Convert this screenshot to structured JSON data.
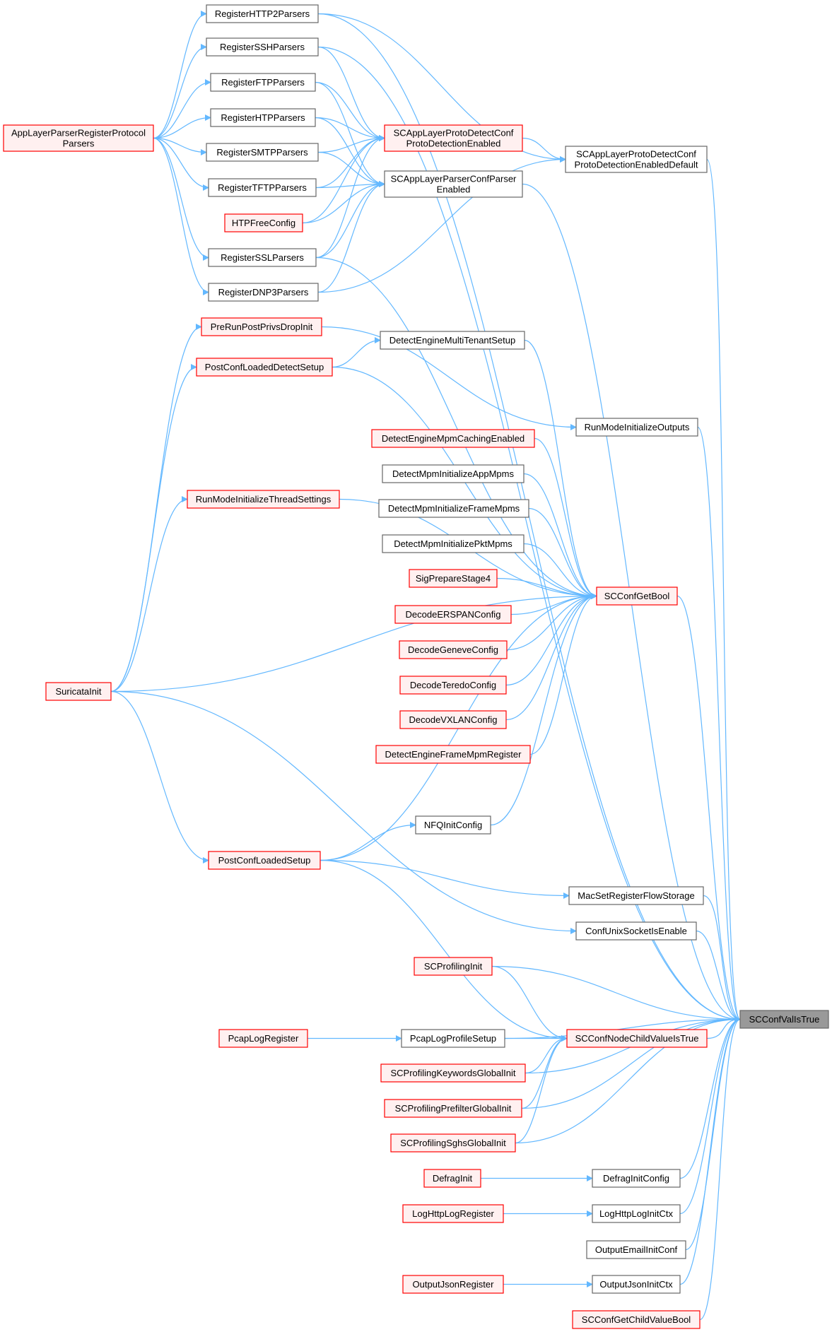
{
  "graph": {
    "edge_color": "#63b8ff",
    "styles": {
      "gray": {
        "fill": "#ffffff",
        "stroke": "#666666"
      },
      "red": {
        "fill": "#fff0f0",
        "stroke": "#ff0000"
      },
      "focus": {
        "fill": "#999999",
        "stroke": "#666666"
      }
    },
    "nodes": [
      {
        "id": "n_http2",
        "label": "RegisterHTTP2Parsers",
        "style": "gray"
      },
      {
        "id": "n_ssh",
        "label": "RegisterSSHParsers",
        "style": "gray"
      },
      {
        "id": "n_ftp",
        "label": "RegisterFTPParsers",
        "style": "gray"
      },
      {
        "id": "n_htp",
        "label": "RegisterHTPParsers",
        "style": "gray"
      },
      {
        "id": "n_smtp",
        "label": "RegisterSMTPParsers",
        "style": "gray"
      },
      {
        "id": "n_tftp",
        "label": "RegisterTFTPParsers",
        "style": "gray"
      },
      {
        "id": "n_htpfree",
        "label": "HTPFreeConfig",
        "style": "red"
      },
      {
        "id": "n_ssl",
        "label": "RegisterSSLParsers",
        "style": "gray"
      },
      {
        "id": "n_dnp3",
        "label": "RegisterDNP3Parsers",
        "style": "gray"
      },
      {
        "id": "n_alpreg",
        "label": "AppLayerParserRegisterProtocol\nParsers",
        "style": "red"
      },
      {
        "id": "n_protodet",
        "label": "SCAppLayerProtoDetectConf\nProtoDetectionEnabled",
        "style": "red"
      },
      {
        "id": "n_parsercfg",
        "label": "SCAppLayerParserConfParser\nEnabled",
        "style": "gray"
      },
      {
        "id": "n_protodef",
        "label": "SCAppLayerProtoDetectConf\nProtoDetectionEnabledDefault",
        "style": "gray"
      },
      {
        "id": "n_prerun",
        "label": "PreRunPostPrivsDropInit",
        "style": "red"
      },
      {
        "id": "n_demt",
        "label": "DetectEngineMultiTenantSetup",
        "style": "gray"
      },
      {
        "id": "n_pcds",
        "label": "PostConfLoadedDetectSetup",
        "style": "red"
      },
      {
        "id": "n_rmio",
        "label": "RunModeInitializeOutputs",
        "style": "gray"
      },
      {
        "id": "n_demce",
        "label": "DetectEngineMpmCachingEnabled",
        "style": "red"
      },
      {
        "id": "n_dmiam",
        "label": "DetectMpmInitializeAppMpms",
        "style": "gray"
      },
      {
        "id": "n_dmifm",
        "label": "DetectMpmInitializeFrameMpms",
        "style": "gray"
      },
      {
        "id": "n_dmipm",
        "label": "DetectMpmInitializePktMpms",
        "style": "gray"
      },
      {
        "id": "n_rmits",
        "label": "RunModeInitializeThreadSettings",
        "style": "red"
      },
      {
        "id": "n_sps4",
        "label": "SigPrepareStage4",
        "style": "red"
      },
      {
        "id": "n_scgb",
        "label": "SCConfGetBool",
        "style": "red"
      },
      {
        "id": "n_erspan",
        "label": "DecodeERSPANConfig",
        "style": "red"
      },
      {
        "id": "n_geneve",
        "label": "DecodeGeneveConfig",
        "style": "red"
      },
      {
        "id": "n_teredo",
        "label": "DecodeTeredoConfig",
        "style": "red"
      },
      {
        "id": "n_suri",
        "label": "SuricataInit",
        "style": "red"
      },
      {
        "id": "n_vxlan",
        "label": "DecodeVXLANConfig",
        "style": "red"
      },
      {
        "id": "n_defmr",
        "label": "DetectEngineFrameMpmRegister",
        "style": "red"
      },
      {
        "id": "n_nfq",
        "label": "NFQInitConfig",
        "style": "gray"
      },
      {
        "id": "n_pcls",
        "label": "PostConfLoadedSetup",
        "style": "red"
      },
      {
        "id": "n_macs",
        "label": "MacSetRegisterFlowStorage",
        "style": "gray"
      },
      {
        "id": "n_cuse",
        "label": "ConfUnixSocketIsEnable",
        "style": "gray"
      },
      {
        "id": "n_prof",
        "label": "SCProfilingInit",
        "style": "red"
      },
      {
        "id": "n_istrue",
        "label": "SCConfValIsTrue",
        "style": "focus"
      },
      {
        "id": "n_pcaplr",
        "label": "PcapLogRegister",
        "style": "red"
      },
      {
        "id": "n_pcaplps",
        "label": "PcapLogProfileSetup",
        "style": "gray"
      },
      {
        "id": "n_cncv",
        "label": "SCConfNodeChildValueIsTrue",
        "style": "red"
      },
      {
        "id": "n_pkgi",
        "label": "SCProfilingKeywordsGlobalInit",
        "style": "red"
      },
      {
        "id": "n_ppgi",
        "label": "SCProfilingPrefilterGlobalInit",
        "style": "red"
      },
      {
        "id": "n_psgi",
        "label": "SCProfilingSghsGlobalInit",
        "style": "red"
      },
      {
        "id": "n_defrag",
        "label": "DefragInit",
        "style": "red"
      },
      {
        "id": "n_defragc",
        "label": "DefragInitConfig",
        "style": "gray"
      },
      {
        "id": "n_lhlr",
        "label": "LogHttpLogRegister",
        "style": "red"
      },
      {
        "id": "n_lhlic",
        "label": "LogHttpLogInitCtx",
        "style": "gray"
      },
      {
        "id": "n_oeic",
        "label": "OutputEmailInitConf",
        "style": "gray"
      },
      {
        "id": "n_ojr",
        "label": "OutputJsonRegister",
        "style": "red"
      },
      {
        "id": "n_ojic",
        "label": "OutputJsonInitCtx",
        "style": "gray"
      },
      {
        "id": "n_gcvb",
        "label": "SCConfGetChildValueBool",
        "style": "red"
      }
    ],
    "edges": [
      {
        "from": "n_alpreg",
        "to": "n_http2"
      },
      {
        "from": "n_alpreg",
        "to": "n_ssh"
      },
      {
        "from": "n_alpreg",
        "to": "n_ftp"
      },
      {
        "from": "n_alpreg",
        "to": "n_htp"
      },
      {
        "from": "n_alpreg",
        "to": "n_smtp"
      },
      {
        "from": "n_alpreg",
        "to": "n_tftp"
      },
      {
        "from": "n_alpreg",
        "to": "n_ssl"
      },
      {
        "from": "n_alpreg",
        "to": "n_dnp3"
      },
      {
        "from": "n_ssh",
        "to": "n_protodet"
      },
      {
        "from": "n_ftp",
        "to": "n_protodet"
      },
      {
        "from": "n_htp",
        "to": "n_protodet"
      },
      {
        "from": "n_smtp",
        "to": "n_protodet"
      },
      {
        "from": "n_tftp",
        "to": "n_protodet"
      },
      {
        "from": "n_htpfree",
        "to": "n_protodet"
      },
      {
        "from": "n_ssl",
        "to": "n_protodet"
      },
      {
        "from": "n_ftp",
        "to": "n_parsercfg"
      },
      {
        "from": "n_htp",
        "to": "n_parsercfg"
      },
      {
        "from": "n_smtp",
        "to": "n_parsercfg"
      },
      {
        "from": "n_tftp",
        "to": "n_parsercfg"
      },
      {
        "from": "n_htpfree",
        "to": "n_parsercfg"
      },
      {
        "from": "n_ssl",
        "to": "n_parsercfg"
      },
      {
        "from": "n_dnp3",
        "to": "n_parsercfg"
      },
      {
        "from": "n_http2",
        "to": "n_protodef"
      },
      {
        "from": "n_protodet",
        "to": "n_protodef"
      },
      {
        "from": "n_dnp3",
        "to": "n_protodef"
      },
      {
        "from": "n_suri",
        "to": "n_prerun"
      },
      {
        "from": "n_suri",
        "to": "n_pcds"
      },
      {
        "from": "n_suri",
        "to": "n_rmits"
      },
      {
        "from": "n_suri",
        "to": "n_pcls"
      },
      {
        "from": "n_pcds",
        "to": "n_demt"
      },
      {
        "from": "n_prerun",
        "to": "n_rmio"
      },
      {
        "from": "n_pcls",
        "to": "n_nfq"
      },
      {
        "from": "n_pcls",
        "to": "n_macs"
      },
      {
        "from": "n_suri",
        "to": "n_cuse"
      },
      {
        "from": "n_pcls",
        "to": "n_cncv"
      },
      {
        "from": "n_pcaplr",
        "to": "n_pcaplps"
      },
      {
        "from": "n_pcaplps",
        "to": "n_cncv"
      },
      {
        "from": "n_pkgi",
        "to": "n_cncv"
      },
      {
        "from": "n_ppgi",
        "to": "n_cncv"
      },
      {
        "from": "n_psgi",
        "to": "n_cncv"
      },
      {
        "from": "n_prof",
        "to": "n_cncv"
      },
      {
        "from": "n_defrag",
        "to": "n_defragc"
      },
      {
        "from": "n_lhlr",
        "to": "n_lhlic"
      },
      {
        "from": "n_ojr",
        "to": "n_ojic"
      },
      {
        "from": "n_ssl",
        "to": "n_scgb"
      },
      {
        "from": "n_demt",
        "to": "n_scgb"
      },
      {
        "from": "n_pcds",
        "to": "n_scgb"
      },
      {
        "from": "n_rmits",
        "to": "n_scgb"
      },
      {
        "from": "n_demce",
        "to": "n_scgb"
      },
      {
        "from": "n_dmiam",
        "to": "n_scgb"
      },
      {
        "from": "n_dmifm",
        "to": "n_scgb"
      },
      {
        "from": "n_dmipm",
        "to": "n_scgb"
      },
      {
        "from": "n_sps4",
        "to": "n_scgb"
      },
      {
        "from": "n_erspan",
        "to": "n_scgb"
      },
      {
        "from": "n_geneve",
        "to": "n_scgb"
      },
      {
        "from": "n_teredo",
        "to": "n_scgb"
      },
      {
        "from": "n_vxlan",
        "to": "n_scgb"
      },
      {
        "from": "n_defmr",
        "to": "n_scgb"
      },
      {
        "from": "n_suri",
        "to": "n_scgb"
      },
      {
        "from": "n_nfq",
        "to": "n_scgb"
      },
      {
        "from": "n_pcls",
        "to": "n_scgb"
      },
      {
        "from": "n_http2",
        "to": "n_istrue"
      },
      {
        "from": "n_ssh",
        "to": "n_istrue"
      },
      {
        "from": "n_protodef",
        "to": "n_istrue"
      },
      {
        "from": "n_parsercfg",
        "to": "n_istrue"
      },
      {
        "from": "n_rmio",
        "to": "n_istrue"
      },
      {
        "from": "n_scgb",
        "to": "n_istrue"
      },
      {
        "from": "n_macs",
        "to": "n_istrue"
      },
      {
        "from": "n_cuse",
        "to": "n_istrue"
      },
      {
        "from": "n_prof",
        "to": "n_istrue"
      },
      {
        "from": "n_pcaplps",
        "to": "n_istrue"
      },
      {
        "from": "n_cncv",
        "to": "n_istrue"
      },
      {
        "from": "n_pkgi",
        "to": "n_istrue"
      },
      {
        "from": "n_ppgi",
        "to": "n_istrue"
      },
      {
        "from": "n_psgi",
        "to": "n_istrue"
      },
      {
        "from": "n_defragc",
        "to": "n_istrue"
      },
      {
        "from": "n_lhlic",
        "to": "n_istrue"
      },
      {
        "from": "n_oeic",
        "to": "n_istrue"
      },
      {
        "from": "n_ojic",
        "to": "n_istrue"
      },
      {
        "from": "n_gcvb",
        "to": "n_istrue"
      }
    ]
  }
}
